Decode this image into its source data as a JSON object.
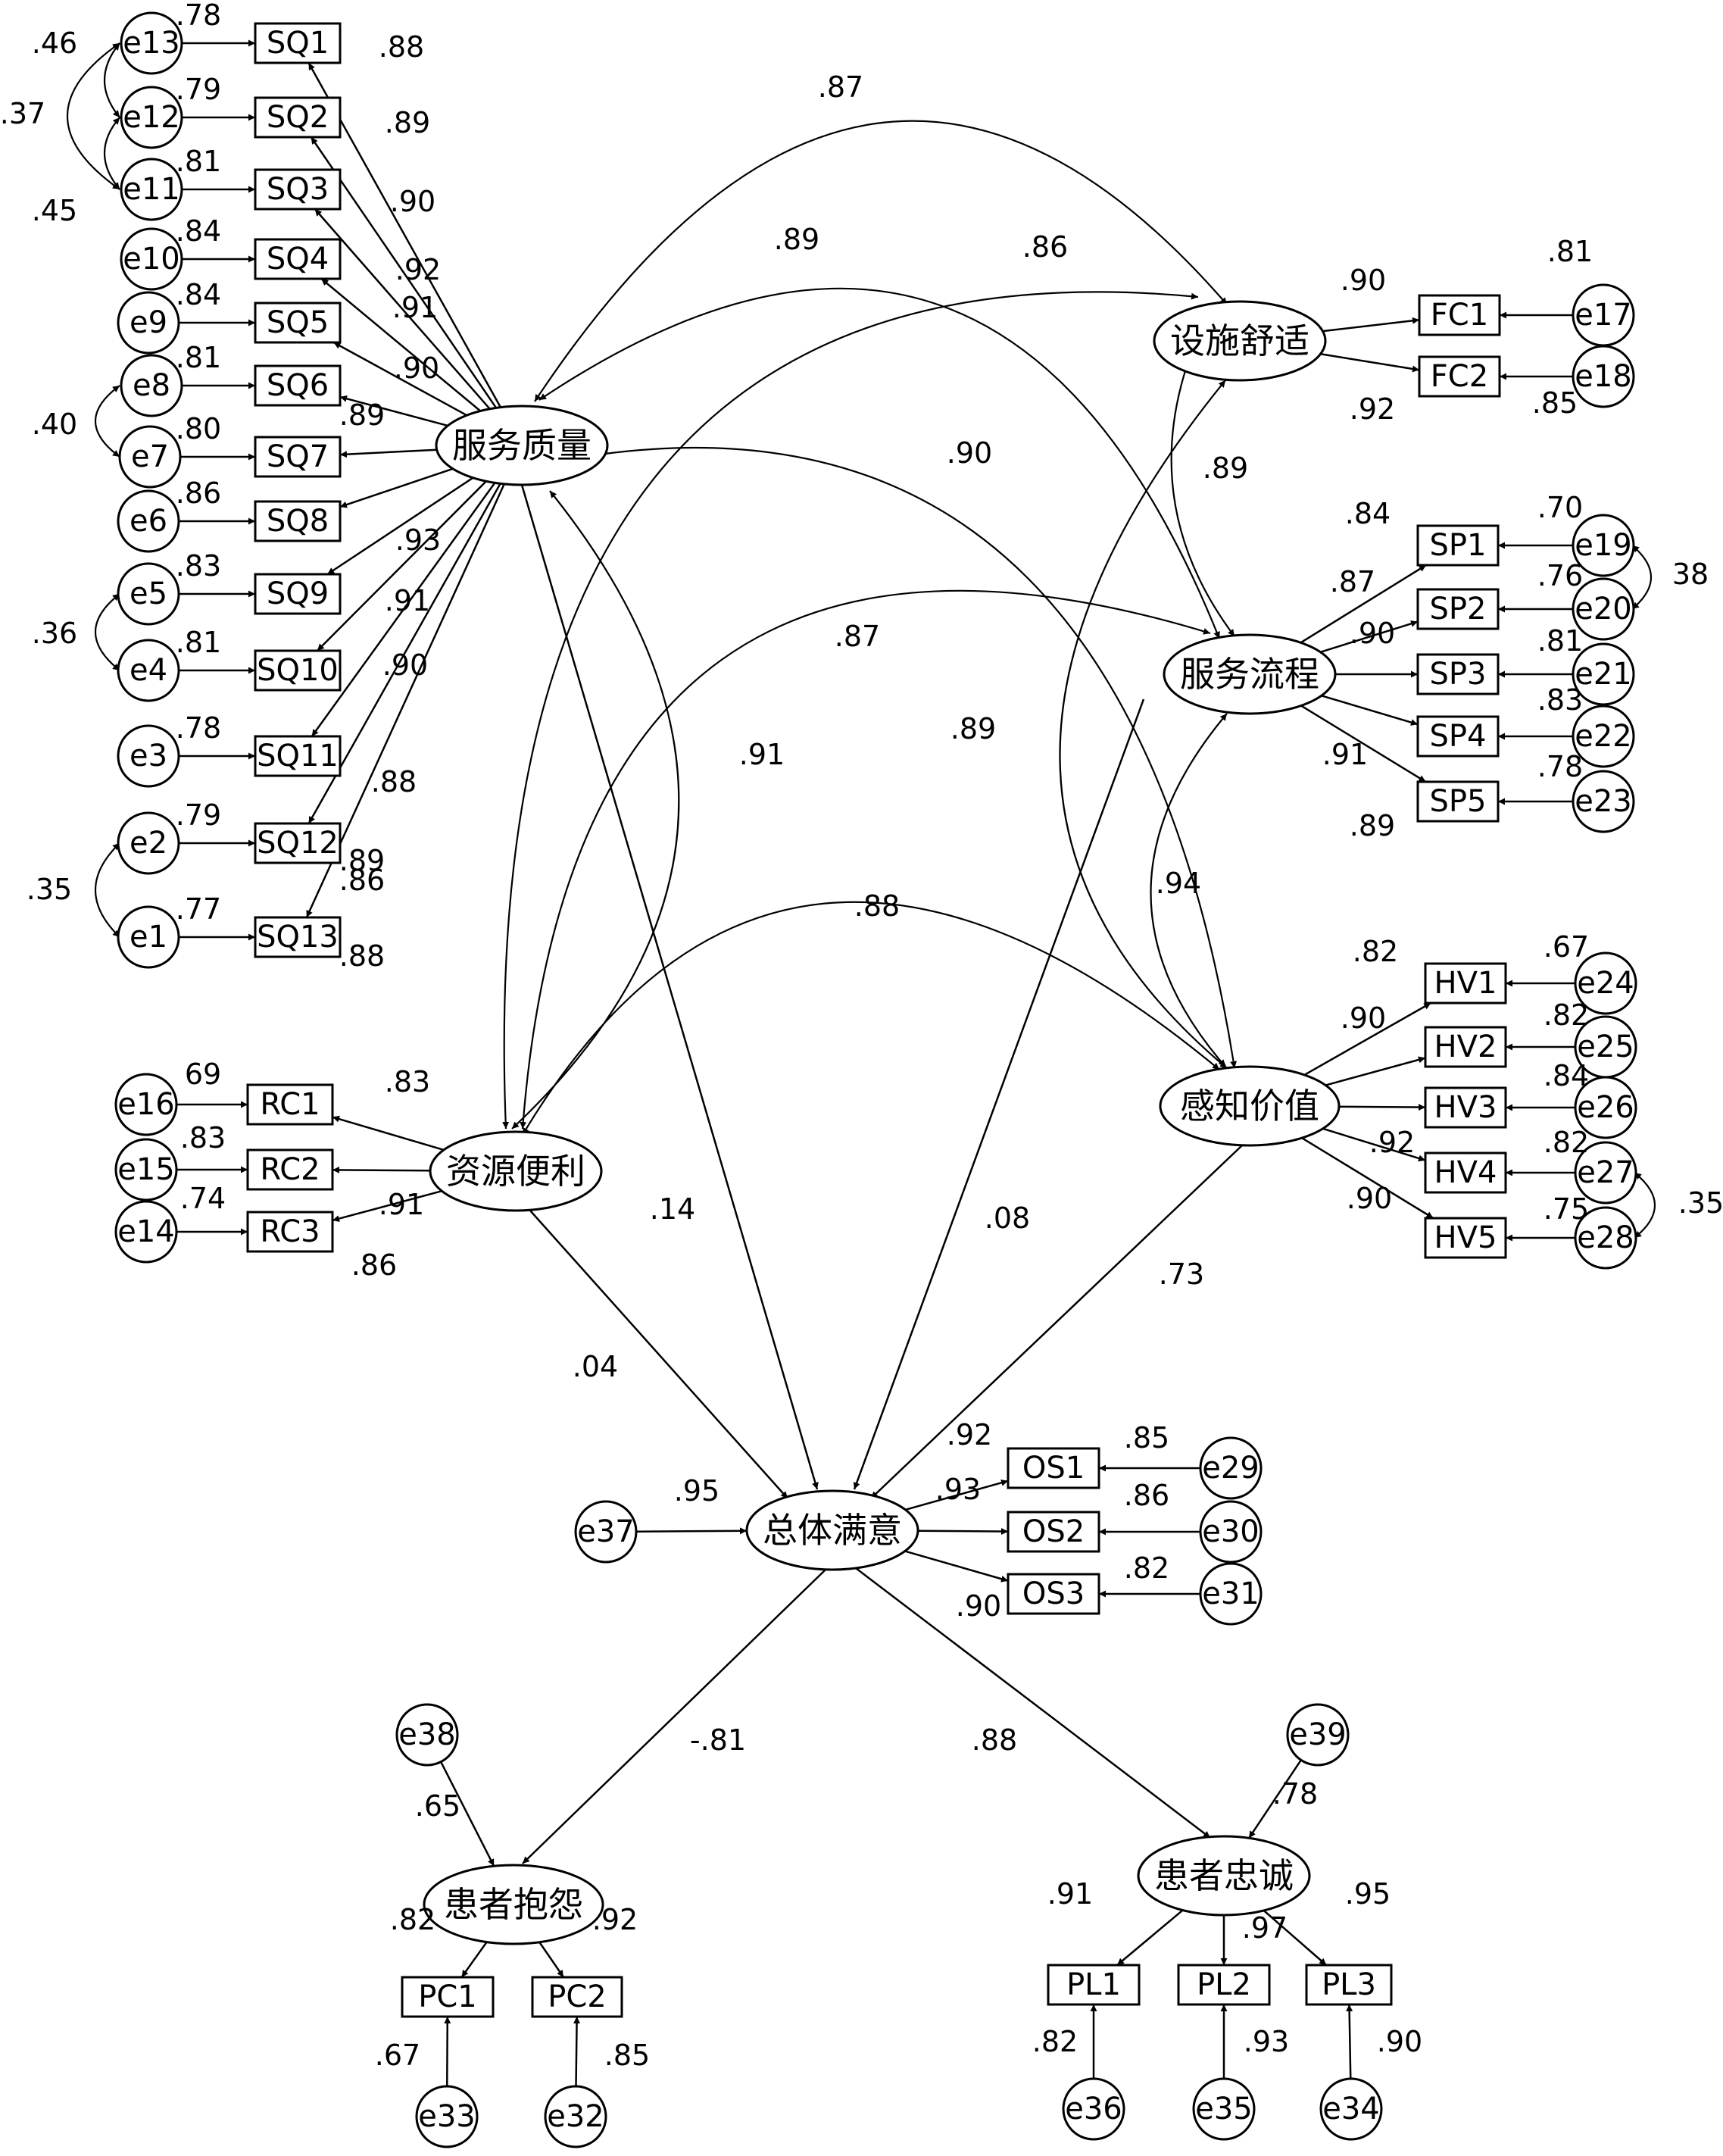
{
  "diagram": {
    "latents": [
      {
        "id": "SQ",
        "label": "服务质量"
      },
      {
        "id": "FC",
        "label": "设施舒适"
      },
      {
        "id": "SP",
        "label": "服务流程"
      },
      {
        "id": "HV",
        "label": "感知价值"
      },
      {
        "id": "RC",
        "label": "资源便利"
      },
      {
        "id": "OS",
        "label": "总体满意"
      },
      {
        "id": "PC",
        "label": "患者抱怨"
      },
      {
        "id": "PL",
        "label": "患者忠诚"
      }
    ],
    "indicators": [
      {
        "label": "SQ1",
        "error": "e13",
        "r2": ".78",
        "loading": ".88"
      },
      {
        "label": "SQ2",
        "error": "e12",
        "r2": ".79",
        "loading": ".89"
      },
      {
        "label": "SQ3",
        "error": "e11",
        "r2": ".81",
        "loading": ".90"
      },
      {
        "label": "SQ4",
        "error": "e10",
        "r2": ".84",
        "loading": ".92"
      },
      {
        "label": "SQ5",
        "error": "e9",
        "r2": ".84",
        "loading": ".91"
      },
      {
        "label": "SQ6",
        "error": "e8",
        "r2": ".81",
        "loading": ".90"
      },
      {
        "label": "SQ7",
        "error": "e7",
        "r2": ".80",
        "loading": ".89"
      },
      {
        "label": "SQ8",
        "error": "e6",
        "r2": ".86",
        "loading": ""
      },
      {
        "label": "SQ9",
        "error": "e5",
        "r2": ".83",
        "loading": ".93"
      },
      {
        "label": "SQ10",
        "error": "e4",
        "r2": ".81",
        "loading": ".91"
      },
      {
        "label": "SQ11",
        "error": "e3",
        "r2": ".78",
        "loading": ".90"
      },
      {
        "label": "SQ12",
        "error": "e2",
        "r2": ".79",
        "loading": ".88"
      },
      {
        "label": "SQ13",
        "error": "e1",
        "r2": ".77",
        "loading": ".89"
      },
      {
        "label": "FC1",
        "error": "e17",
        "r2": ".81",
        "loading": ".90"
      },
      {
        "label": "FC2",
        "error": "e18",
        "r2": ".85",
        "loading": ".92"
      },
      {
        "label": "SP1",
        "error": "e19",
        "r2": ".70",
        "loading": ".84"
      },
      {
        "label": "SP2",
        "error": "e20",
        "r2": ".76",
        "loading": ".87"
      },
      {
        "label": "SP3",
        "error": "e21",
        "r2": ".81",
        "loading": ".90"
      },
      {
        "label": "SP4",
        "error": "e22",
        "r2": ".83",
        "loading": ".91"
      },
      {
        "label": "SP5",
        "error": "e23",
        "r2": ".78",
        "loading": ".89"
      },
      {
        "label": "HV1",
        "error": "e24",
        "r2": ".67",
        "loading": ".82"
      },
      {
        "label": "HV2",
        "error": "e25",
        "r2": ".82",
        "loading": ".90"
      },
      {
        "label": "HV3",
        "error": "e26",
        "r2": ".84",
        "loading": ""
      },
      {
        "label": "HV4",
        "error": "e27",
        "r2": ".82",
        "loading": ".92"
      },
      {
        "label": "HV5",
        "error": "e28",
        "r2": ".75",
        "loading": ".90"
      },
      {
        "label": "RC1",
        "error": "e16",
        "r2": "69",
        "loading": ".83"
      },
      {
        "label": "RC2",
        "error": "e15",
        "r2": ".83",
        "loading": ".91"
      },
      {
        "label": "RC3",
        "error": "e14",
        "r2": ".74",
        "loading": ".86"
      },
      {
        "label": "OS1",
        "error": "e29",
        "r2": ".85",
        "loading": ".92"
      },
      {
        "label": "OS2",
        "error": "e30",
        "r2": ".86",
        "loading": ".93"
      },
      {
        "label": "OS3",
        "error": "e31",
        "r2": ".82",
        "loading": ".90"
      },
      {
        "label": "PC1",
        "error": "e33",
        "r2": ".67",
        "loading": ".82"
      },
      {
        "label": "PC2",
        "error": "e32",
        "r2": ".85",
        "loading": ".92"
      },
      {
        "label": "PL1",
        "error": "e36",
        "r2": ".82",
        "loading": ".91"
      },
      {
        "label": "PL2",
        "error": "e35",
        "r2": ".93",
        "loading": ".97"
      },
      {
        "label": "PL3",
        "error": "e34",
        "r2": ".90",
        "loading": ".95"
      }
    ],
    "stray_labels": [
      ".86",
      ".88"
    ],
    "disturbances": [
      {
        "label": "e37",
        "target": "总体满意",
        "r2": ".95"
      },
      {
        "label": "e38",
        "target": "患者抱怨",
        "r2": ".65"
      },
      {
        "label": "e39",
        "target": "患者忠诚",
        "r2": ".78"
      }
    ],
    "structural_paths": [
      {
        "from": "服务质量",
        "to": "总体满意",
        "coef": ".14"
      },
      {
        "from": "服务流程",
        "to": "总体满意",
        "coef": ".08"
      },
      {
        "from": "资源便利",
        "to": "总体满意",
        "coef": ".04"
      },
      {
        "from": "感知价值",
        "to": "总体满意",
        "coef": ".73"
      },
      {
        "from": "总体满意",
        "to": "患者抱怨",
        "coef": "-.81"
      },
      {
        "from": "总体满意",
        "to": "患者忠诚",
        "coef": ".88"
      }
    ],
    "factor_correlations": [
      {
        "between": [
          "服务质量",
          "设施舒适"
        ],
        "value": ".87"
      },
      {
        "between": [
          "服务质量",
          "服务流程"
        ],
        "value": ".89"
      },
      {
        "between": [
          "设施舒适",
          "资源便利"
        ],
        "value": ".86"
      },
      {
        "between": [
          "服务质量",
          "感知价值"
        ],
        "value": ".90"
      },
      {
        "between": [
          "设施舒适",
          "服务流程"
        ],
        "value": ".89"
      },
      {
        "between": [
          "服务流程",
          "资源便利"
        ],
        "value": ".87"
      },
      {
        "between": [
          "服务质量",
          "资源便利"
        ],
        "value": ".91"
      },
      {
        "between": [
          "设施舒适",
          "感知价值"
        ],
        "value": ".89"
      },
      {
        "between": [
          "服务流程",
          "感知价值"
        ],
        "value": ".94"
      },
      {
        "between": [
          "资源便利",
          "感知价值"
        ],
        "value": ".88"
      }
    ],
    "error_covariances": [
      {
        "between": [
          "e13",
          "e12"
        ],
        "value": ".46"
      },
      {
        "between": [
          "e13",
          "e11"
        ],
        "value": ".37"
      },
      {
        "between": [
          "e12",
          "e11"
        ],
        "value": ".45"
      },
      {
        "between": [
          "e8",
          "e7"
        ],
        "value": ".40"
      },
      {
        "between": [
          "e5",
          "e4"
        ],
        "value": ".36"
      },
      {
        "between": [
          "e2",
          "e1"
        ],
        "value": ".35"
      },
      {
        "between": [
          "e19",
          "e20"
        ],
        "value": "38"
      },
      {
        "between": [
          "e27",
          "e28"
        ],
        "value": ".35"
      }
    ]
  }
}
